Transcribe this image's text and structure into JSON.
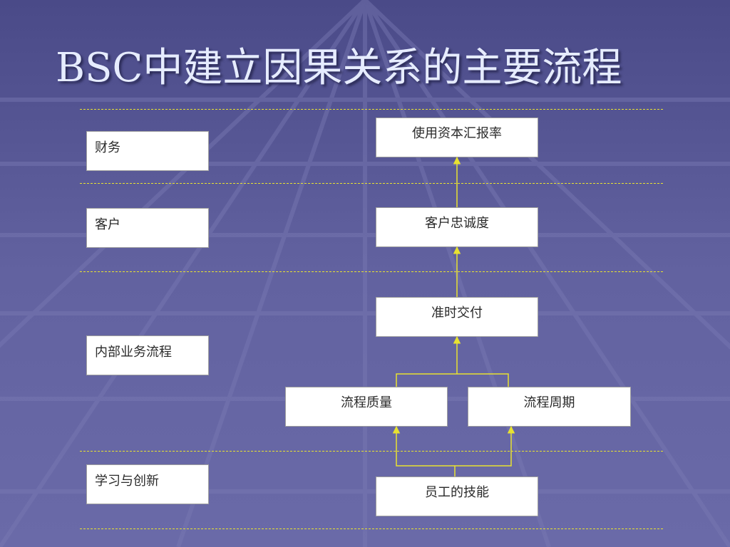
{
  "slide": {
    "title": "BSC中建立因果关系的主要流程"
  },
  "categories": {
    "finance": "财务",
    "customer": "客户",
    "internal": "内部业务流程",
    "learning": "学习与创新"
  },
  "nodes": {
    "roce": "使用资本汇报率",
    "loyalty": "客户忠诚度",
    "ontime": "准时交付",
    "quality": "流程质量",
    "cycle": "流程周期",
    "skills": "员工的技能"
  },
  "edges": [
    {
      "from": "loyalty",
      "to": "roce"
    },
    {
      "from": "ontime",
      "to": "loyalty"
    },
    {
      "from": "quality",
      "to": "ontime"
    },
    {
      "from": "cycle",
      "to": "ontime"
    },
    {
      "from": "skills",
      "to": "quality"
    },
    {
      "from": "skills",
      "to": "cycle"
    }
  ],
  "colors": {
    "background": "#5a5a96",
    "connector": "#e8e230",
    "box_fill": "#ffffff",
    "title_text": "#e6ecff"
  }
}
